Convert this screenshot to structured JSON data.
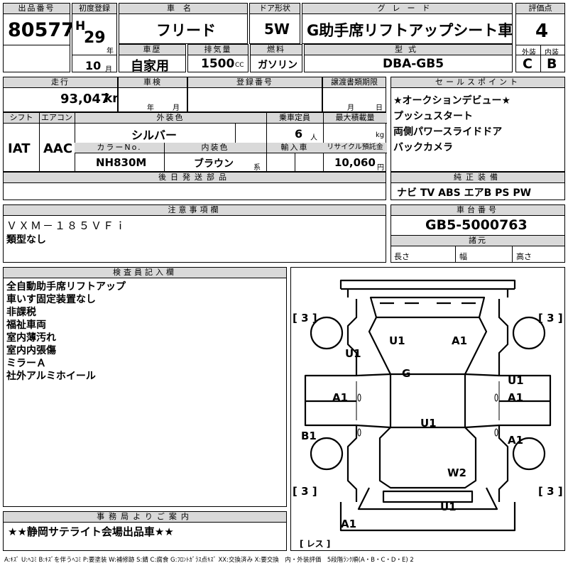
{
  "lot": {
    "label": "出品番号",
    "value": "80577"
  },
  "first_reg": {
    "label": "初度登録",
    "era": "H",
    "year": "29",
    "year_unit": "年",
    "month": "10",
    "month_unit": "月"
  },
  "car_name": {
    "label": "車名",
    "value": "フリード"
  },
  "door": {
    "label": "ドア形状",
    "value": "5W"
  },
  "grade": {
    "label": "グレード",
    "value": "G助手席リフトアップシート車"
  },
  "score": {
    "label": "評価点",
    "value": "4"
  },
  "history": {
    "label": "車歴",
    "value": "自家用"
  },
  "displacement": {
    "label": "排気量",
    "value": "1500",
    "unit": "CC"
  },
  "fuel": {
    "label": "燃料",
    "value": "ガソリン"
  },
  "model": {
    "label": "型式",
    "value": "DBA-GB5"
  },
  "ext_int": {
    "ext_label": "外装",
    "int_label": "内装",
    "ext": "C",
    "int": "B"
  },
  "mileage": {
    "label": "走行",
    "value": "93,047",
    "unit": "km"
  },
  "inspection": {
    "label": "車検",
    "year_unit": "年",
    "month_unit": "月"
  },
  "registration": {
    "label": "登録番号"
  },
  "transfer": {
    "label": "譲渡書類期限",
    "month_unit": "月",
    "day_unit": "日"
  },
  "shift": {
    "label": "シフト",
    "value": "IAT"
  },
  "aircon": {
    "label": "エアコン",
    "value": "AAC"
  },
  "ext_color": {
    "label": "外装色",
    "value": "シルバー"
  },
  "capacity": {
    "label": "乗車定員",
    "value": "6",
    "unit": "人"
  },
  "max_load": {
    "label": "最大積載量",
    "unit": "kg"
  },
  "color_no": {
    "label": "カラーNo.",
    "value": "NH830M"
  },
  "int_color": {
    "label": "内装色",
    "value": "ブラウン",
    "suffix": "系"
  },
  "import": {
    "label": "輸入車"
  },
  "recycle": {
    "label": "リサイクル預託金",
    "value": "10,060",
    "unit": "円"
  },
  "later_parts": {
    "label": "後日発送部品"
  },
  "sales_points": {
    "label": "セールスポイント",
    "items": [
      "★オークションデビュー★",
      "プッシュスタート",
      "両側パワースライドドア",
      "バックカメラ"
    ]
  },
  "equipment": {
    "label": "純正装備",
    "value": "ナビ TV ABS エアB PS PW"
  },
  "notes": {
    "label": "注意事項欄",
    "lines": [
      "ＶＸＭ－１８５ＶＦｉ",
      "類型なし"
    ]
  },
  "chassis": {
    "label": "車台番号",
    "value": "GB5-5000763"
  },
  "specs": {
    "label": "諸元",
    "length": "長さ",
    "width": "幅",
    "height": "高さ"
  },
  "inspector": {
    "label": "検査員記入欄",
    "lines": [
      "全自動助手席リフトアップ",
      "車いす固定装置なし",
      "非課税",
      "福祉車両",
      "室内薄汚れ",
      "室内内張傷",
      "ミラーＡ",
      "社外アルミホイール"
    ]
  },
  "office": {
    "label": "事務局よりご案内",
    "value": "★★静岡サテライト会場出品車★★"
  },
  "diagram": {
    "tl": "[ 3 ]",
    "tr": "[ 3 ]",
    "bl": "[ 3 ]",
    "br": "[ 3 ]",
    "marks": [
      "U1",
      "A1",
      "U1",
      "G",
      "U1",
      "A1",
      "A1",
      "U1",
      "B1",
      "A1",
      "W2",
      "U1",
      "A1"
    ],
    "res": "[ レス ]"
  },
  "legend": "A:ｷｽﾞ U:ﾍｺﾐ B:ｷｽﾞを伴うﾍｺﾐ P:要塗装 W:補修跡 S:錆 C:腐食 G:ﾌﾛﾝﾄｶﾞﾗｽ点ｷｽﾞ XX:交換済み X:要交換　内・外装評価　5段階ﾗﾝｸ順(A・B・C・D・E) 2"
}
